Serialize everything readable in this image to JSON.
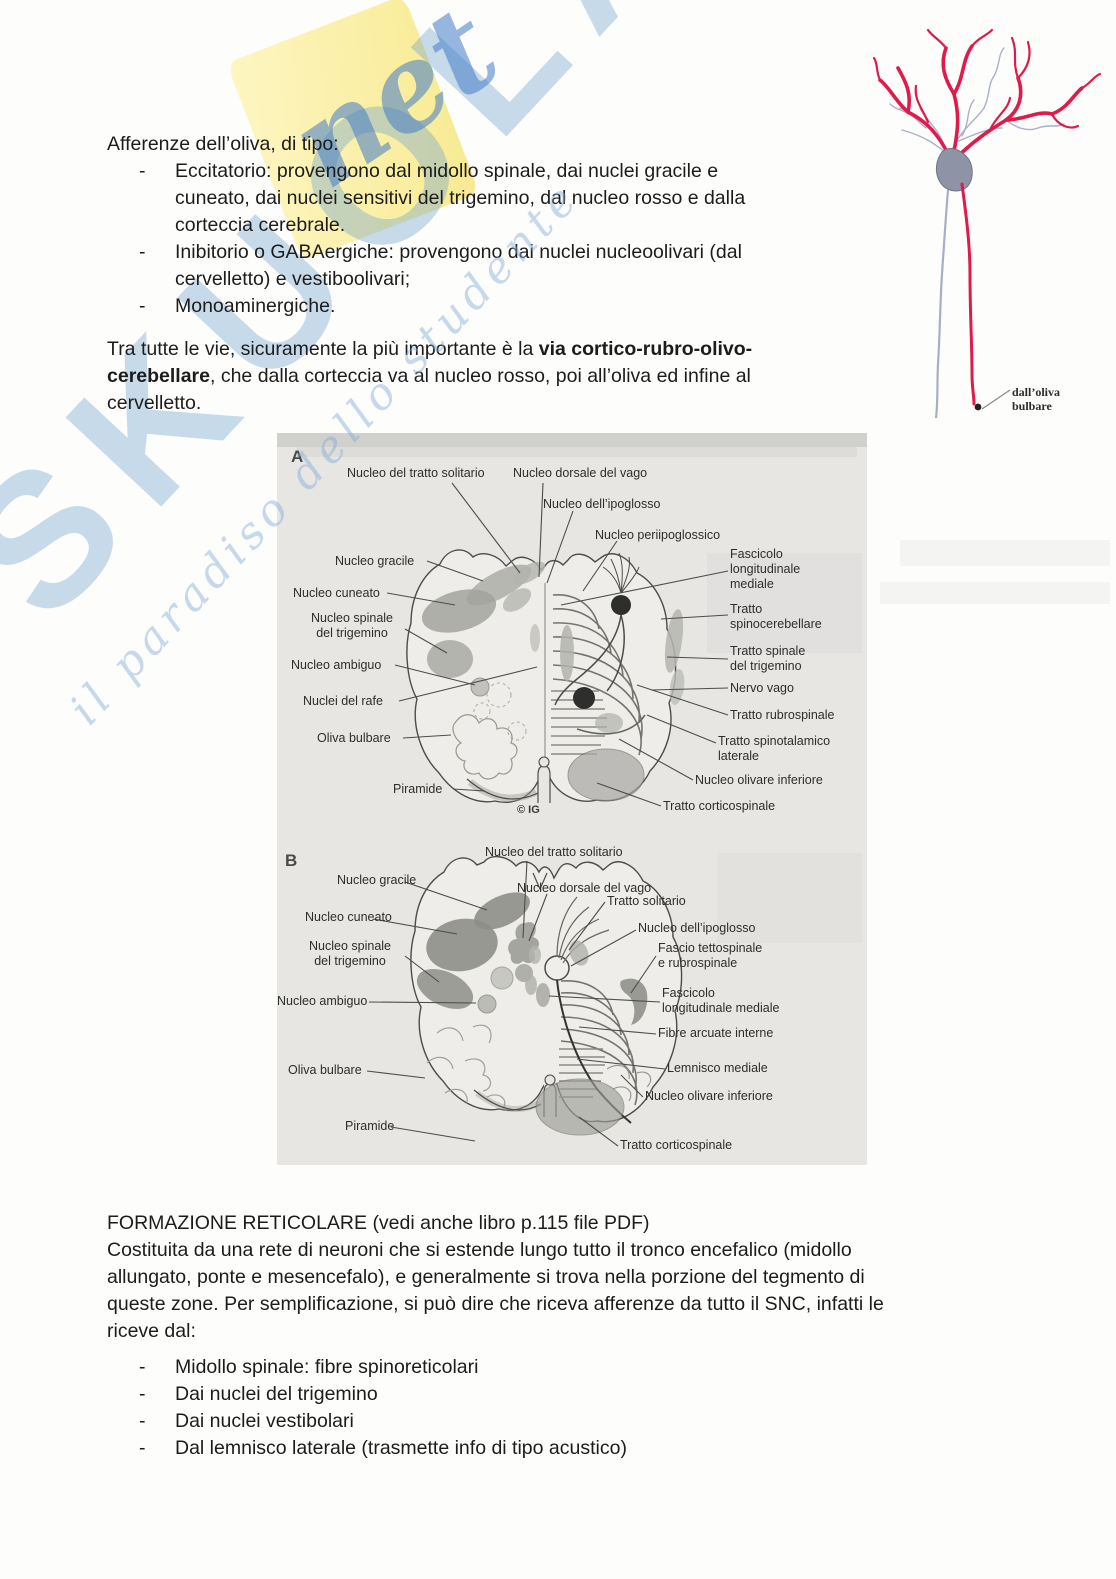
{
  "watermark": {
    "brand": "SKUOLA",
    "script": "net",
    "tagline": "il paradiso dello studente"
  },
  "intro": {
    "dash": "-",
    "title": "Afferenze dell’oliva, di tipo:",
    "bullets": [
      "Eccitatorio: provengono dal midollo spinale, dai nuclei gracile e\ncuneato, dai nuclei sensitivi del trigemino, dal nucleo rosso e dalla\ncorteccia cerebrale.",
      "Inibitorio o GABAergiche: provengono dai nuclei nucleoolivari (dal\ncervelletto) e vestiboolivari;",
      "Monoaminergiche."
    ],
    "para2_pre": "Tra tutte le vie, sicuramente la più importante è la ",
    "para2_bold": "via cortico-rubro-olivo-\ncerebellare",
    "para2_post": ", che dalla corteccia va al nucleo rosso, poi all’oliva ed infine al\ncervelletto."
  },
  "neuron": {
    "caption": "dall’oliva\nbulbare"
  },
  "figure": {
    "panelA": {
      "letter": "A",
      "credit": "© IG",
      "labels": [
        "Nucleo del tratto solitario",
        "Nucleo dorsale del vago",
        "Nucleo dell’ipoglosso",
        "Nucleo periipoglossico",
        "Nucleo gracile",
        "Nucleo cuneato",
        "Nucleo spinale\ndel trigemino",
        "Nucleo ambiguo",
        "Nuclei del rafe",
        "Oliva bulbare",
        "Piramide",
        "Fascicolo\nlongitudinale\nmediale",
        "Tratto\nspinocerebellare",
        "Tratto spinale\ndel trigemino",
        "Nervo vago",
        "Tratto rubrospinale",
        "Tratto spinotalamico\nlaterale",
        "Nucleo olivare inferiore",
        "Tratto corticospinale"
      ]
    },
    "panelB": {
      "letter": "B",
      "labels": [
        "Nucleo del tratto solitario",
        "Nucleo gracile",
        "Nucleo dorsale del vago",
        "Nucleo cuneato",
        "Tratto solitario",
        "Nucleo dell’ipoglosso",
        "Nucleo spinale\ndel trigemino",
        "Fascio tettospinale\ne rubrospinale",
        "Nucleo ambiguo",
        "Fascicolo\nlongitudinale mediale",
        "Fibre arcuate interne",
        "Oliva bulbare",
        "Lemnisco mediale",
        "Nucleo olivare inferiore",
        "Piramide",
        "Tratto corticospinale"
      ]
    }
  },
  "reticolare": {
    "title": "FORMAZIONE RETICOLARE (vedi anche libro p.115 file PDF)",
    "body": "Costituita da una rete di neuroni che si estende lungo tutto il tronco encefalico (midollo\nallungato, ponte e mesencefalo), e generalmente si trova nella porzione del tegmento di\nqueste zone. Per semplificazione, si può dire che riceva afferenze da tutto il SNC, infatti le\nriceve dal:",
    "bullets": [
      "Midollo spinale: fibre spinoreticolari",
      "Dai nuclei del trigemino",
      "Dai nuclei vestibolari",
      "Dal lemnisco laterale (trasmette info di tipo acustico)"
    ]
  }
}
